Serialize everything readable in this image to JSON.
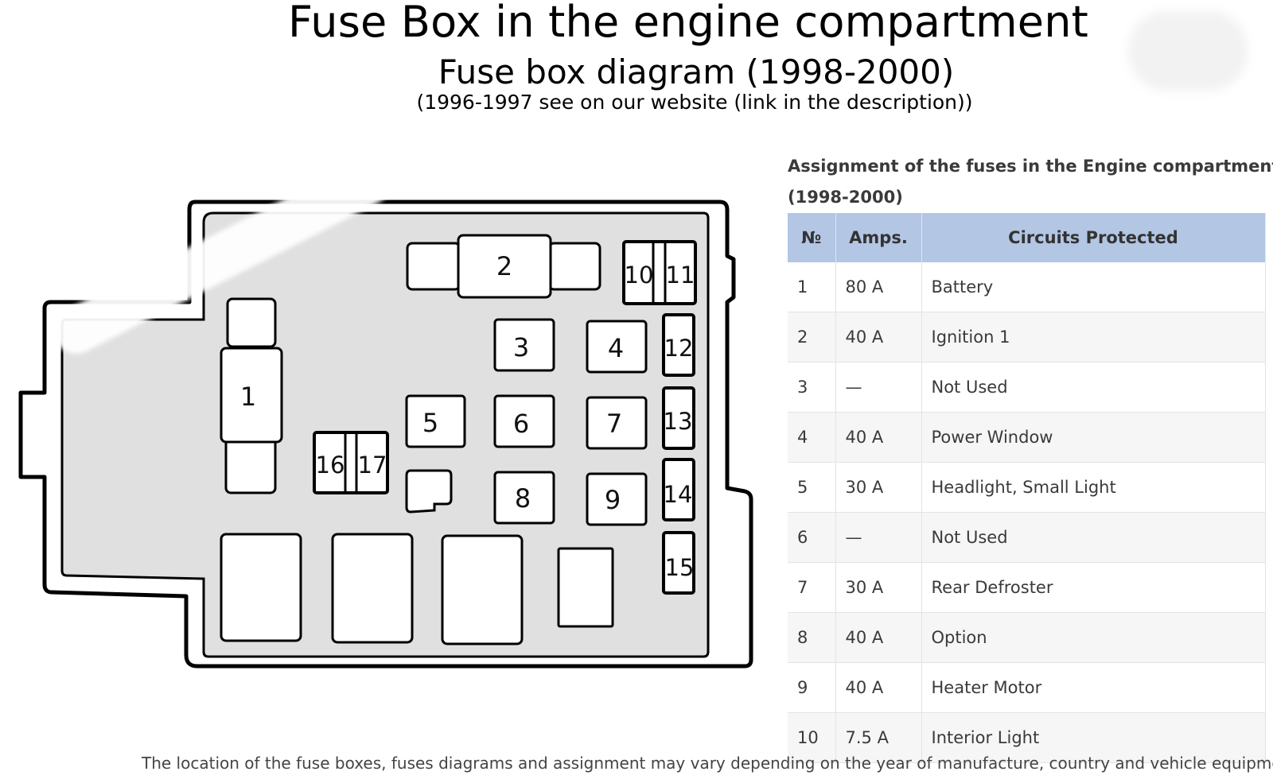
{
  "header": {
    "title": "Fuse Box in the engine compartment",
    "subtitle": "Fuse box diagram (1998-2000)",
    "note": "(1996-1997 see on our website (link in the description))"
  },
  "diagram": {
    "fuse_labels": [
      "1",
      "2",
      "3",
      "4",
      "5",
      "6",
      "7",
      "8",
      "9",
      "10",
      "11",
      "12",
      "13",
      "14",
      "15",
      "16",
      "17"
    ]
  },
  "table": {
    "caption_line1": "Assignment of the fuses in the Engine compartment",
    "caption_line2": "(1998-2000)",
    "header_color": "#b3c6e4",
    "headers": {
      "num": "№",
      "amps": "Amps.",
      "circuit": "Circuits Protected"
    },
    "rows": [
      {
        "num": "1",
        "amps": "80 A",
        "circuit": "Battery"
      },
      {
        "num": "2",
        "amps": "40 A",
        "circuit": "Ignition 1"
      },
      {
        "num": "3",
        "amps": "—",
        "circuit": "Not Used"
      },
      {
        "num": "4",
        "amps": "40 A",
        "circuit": "Power Window"
      },
      {
        "num": "5",
        "amps": "30 A",
        "circuit": "Headlight, Small Light"
      },
      {
        "num": "6",
        "amps": "—",
        "circuit": "Not Used"
      },
      {
        "num": "7",
        "amps": "30 A",
        "circuit": "Rear Defroster"
      },
      {
        "num": "8",
        "amps": "40 A",
        "circuit": "Option"
      },
      {
        "num": "9",
        "amps": "40 A",
        "circuit": "Heater Motor"
      },
      {
        "num": "10",
        "amps": "7.5 A",
        "circuit": "Interior Light"
      }
    ]
  },
  "footer": {
    "text": "The location of the fuse boxes, fuses diagrams and assignment may vary depending on the year of manufacture, country and vehicle equipment"
  }
}
